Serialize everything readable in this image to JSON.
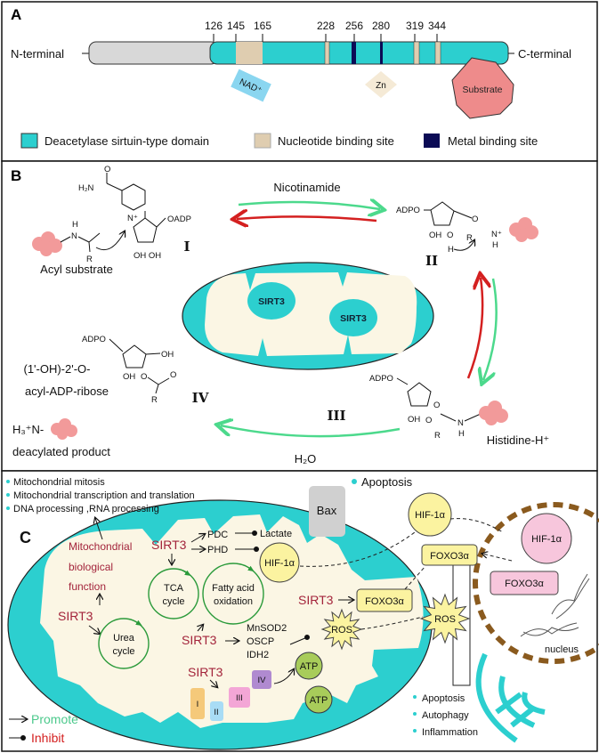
{
  "colors": {
    "teal": "#2ccfcf",
    "cream": "#fbf6e4",
    "grey_region": "#d8d8d8",
    "nucleotide": "#dfcdb0",
    "metal": "#0b0b55",
    "nad": "#8ad6f0",
    "substrate": "#ee8b8b",
    "sirt3_text": "#a3243b",
    "promote_green": "#4cd98c",
    "inhibit_red": "#d42020",
    "yellow": "#fbf3a0",
    "pink": "#f7c6dc",
    "nucleus_brown": "#8a5a1e"
  },
  "panel_a": {
    "label": "A",
    "n_terminal": "N-terminal",
    "c_terminal": "C-terminal",
    "positions": [
      "126",
      "145",
      "165",
      "228",
      "256",
      "280",
      "319",
      "344"
    ],
    "nad": "NAD⁺",
    "zn": "Zn",
    "substrate": "Substrate",
    "legend": [
      {
        "label": "Deacetylase sirtuin-type domain",
        "color": "#2ccfcf"
      },
      {
        "label": "Nucleotide binding site",
        "color": "#dfcdb0"
      },
      {
        "label": "Metal binding site",
        "color": "#0b0b55"
      }
    ]
  },
  "panel_b": {
    "label": "B",
    "nicotinamide": "Nicotinamide",
    "water": "H₂O",
    "roman": [
      "I",
      "II",
      "III",
      "IV"
    ],
    "sirt3": [
      "SIRT3",
      "SIRT3"
    ],
    "acyl_substrate": "Acyl substrate",
    "intermediate_iv": [
      "(1'-OH)-2'-O-",
      "acyl-ADP-ribose"
    ],
    "product_formula": "H₃⁺N-",
    "product": "deacylated product",
    "histidine": "Histidine-H⁺",
    "chem": {
      "h2n": "H₂N",
      "o": "O",
      "n_plus": "N⁺",
      "oadp": "OADP",
      "adpo": "ADPO",
      "h": "H",
      "n": "N",
      "r": "R",
      "oh": "OH",
      "ohoh": "OH OH"
    }
  },
  "panel_c": {
    "label": "C",
    "functions": [
      "Mitochondrial mitosis",
      "Mitochondrial transcription and translation",
      "DNA processing ,RNA processing"
    ],
    "apoptosis_top": "Apoptosis",
    "mito_function": [
      "Mitochondrial",
      "biological",
      "function"
    ],
    "sirt3": "SIRT3",
    "urea_cycle": [
      "Urea",
      "cycle"
    ],
    "tca_cycle": [
      "TCA",
      "cycle"
    ],
    "fatty_acid": [
      "Fatty acid",
      "oxidation"
    ],
    "pdc": "PDC",
    "phd": "PHD",
    "lactate": "Lactate",
    "hif": "HIF-1α",
    "foxo": "FOXO3α",
    "bax": "Bax",
    "ros": "ROS",
    "targets": [
      "MnSOD2",
      "OSCP",
      "IDH2"
    ],
    "complexes": [
      "I",
      "II",
      "III",
      "IV"
    ],
    "atp": "ATP",
    "outcomes": [
      "Apoptosis",
      "Autophagy",
      "Inflammation"
    ],
    "nucleus": "nucleus",
    "legend": {
      "promote": "Promote",
      "inhibit": "Inhibit"
    }
  }
}
